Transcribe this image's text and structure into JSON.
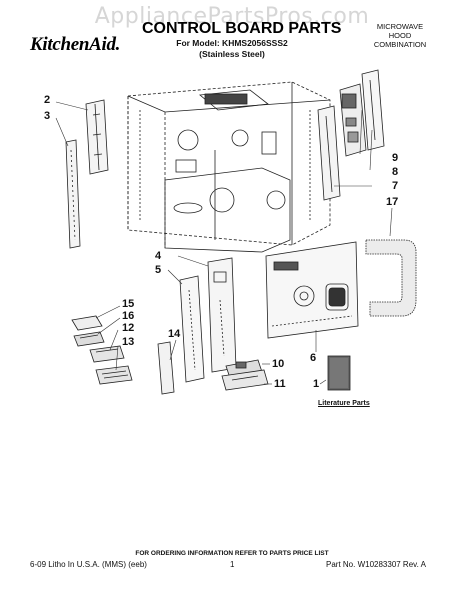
{
  "watermark": "AppliancePartsPros.com",
  "brand": "KitchenAid.",
  "header": {
    "title": "CONTROL BOARD PARTS",
    "model": "For Model: KHMS2056SSS2",
    "finish": "(Stainless Steel)",
    "combo": [
      "MICROWAVE",
      "HOOD",
      "COMBINATION"
    ]
  },
  "callouts": [
    "1",
    "2",
    "3",
    "4",
    "5",
    "6",
    "7",
    "8",
    "9",
    "10",
    "11",
    "12",
    "13",
    "14",
    "15",
    "16",
    "17"
  ],
  "literature_label": "Literature Parts",
  "footer": {
    "order_note": "FOR ORDERING INFORMATION REFER TO PARTS PRICE LIST",
    "left": "6-09 Litho In U.S.A. (MMS) (eeb)",
    "page": "1",
    "right": "Part No. W10283307 Rev. A"
  }
}
